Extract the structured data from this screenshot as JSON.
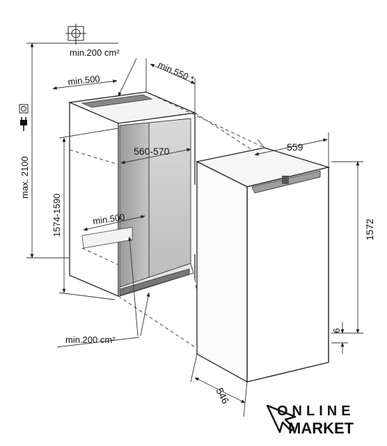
{
  "labels": {
    "vent_top": "min.200 cm²",
    "vent_bottom": "min.200 cm²",
    "depth_top": "min.500",
    "depth_inner": "min.500",
    "niche_depth": "min.550 *",
    "niche_width": "560-570",
    "niche_height": "1574-1590",
    "max_height": "max. 2100",
    "appliance_width": "559",
    "appliance_height": "1572",
    "appliance_depth": "546",
    "plinth_gap": "6"
  },
  "logo": {
    "line1": "ONLINE",
    "line2": "MARKET"
  },
  "icons": [
    "plumb-target-icon",
    "power-socket-icon",
    "power-plug-icon",
    "cursor-arrow-icon"
  ]
}
